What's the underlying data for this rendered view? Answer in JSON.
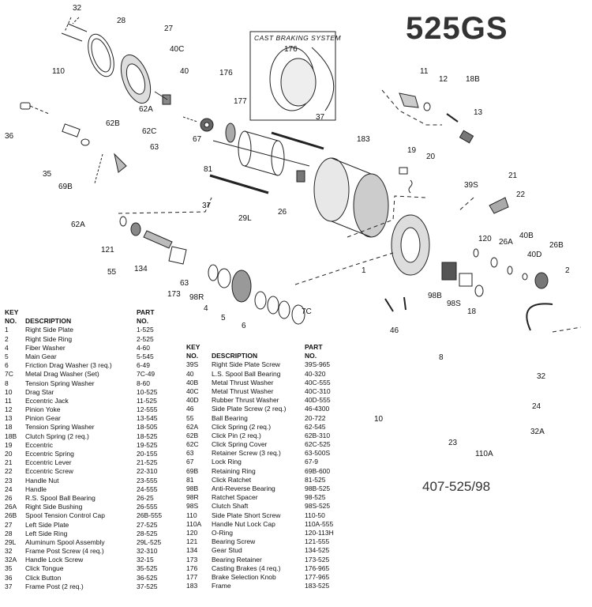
{
  "model": "525GS",
  "inset_title": "CAST BRAKING SYSTEM",
  "drawing_number": "407-525/98",
  "callouts": [
    {
      "id": "c32a",
      "text": "32"
    },
    {
      "id": "c28",
      "text": "28"
    },
    {
      "id": "c27",
      "text": "27"
    },
    {
      "id": "c40c",
      "text": "40C"
    },
    {
      "id": "c110",
      "text": "110"
    },
    {
      "id": "c40",
      "text": "40"
    },
    {
      "id": "c176",
      "text": "176"
    },
    {
      "id": "c176b",
      "text": "176"
    },
    {
      "id": "c177",
      "text": "177"
    },
    {
      "id": "c62a",
      "text": "62A"
    },
    {
      "id": "c62b",
      "text": "62B"
    },
    {
      "id": "c62c",
      "text": "62C"
    },
    {
      "id": "c36",
      "text": "36"
    },
    {
      "id": "c63",
      "text": "63"
    },
    {
      "id": "c67",
      "text": "67"
    },
    {
      "id": "c81",
      "text": "81"
    },
    {
      "id": "c35",
      "text": "35"
    },
    {
      "id": "c69b",
      "text": "69B"
    },
    {
      "id": "c37",
      "text": "37"
    },
    {
      "id": "c183",
      "text": "183"
    },
    {
      "id": "c37b",
      "text": "37"
    },
    {
      "id": "c29l",
      "text": "29L"
    },
    {
      "id": "c26",
      "text": "26"
    },
    {
      "id": "c62a2",
      "text": "62A"
    },
    {
      "id": "c121",
      "text": "121"
    },
    {
      "id": "c55",
      "text": "55"
    },
    {
      "id": "c134",
      "text": "134"
    },
    {
      "id": "c63b",
      "text": "63"
    },
    {
      "id": "c173",
      "text": "173"
    },
    {
      "id": "c98r",
      "text": "98R"
    },
    {
      "id": "c4",
      "text": "4"
    },
    {
      "id": "c5",
      "text": "5"
    },
    {
      "id": "c6",
      "text": "6"
    },
    {
      "id": "c7c",
      "text": "7C"
    },
    {
      "id": "c11",
      "text": "11"
    },
    {
      "id": "c12",
      "text": "12"
    },
    {
      "id": "c18b",
      "text": "18B"
    },
    {
      "id": "c13",
      "text": "13"
    },
    {
      "id": "c19",
      "text": "19"
    },
    {
      "id": "c20",
      "text": "20"
    },
    {
      "id": "c21",
      "text": "21"
    },
    {
      "id": "c39s",
      "text": "39S"
    },
    {
      "id": "c22",
      "text": "22"
    },
    {
      "id": "c120",
      "text": "120"
    },
    {
      "id": "c26a",
      "text": "26A"
    },
    {
      "id": "c40b",
      "text": "40B"
    },
    {
      "id": "c40d",
      "text": "40D"
    },
    {
      "id": "c26b",
      "text": "26B"
    },
    {
      "id": "c1",
      "text": "1"
    },
    {
      "id": "c2",
      "text": "2"
    },
    {
      "id": "c98b",
      "text": "98B"
    },
    {
      "id": "c98s",
      "text": "98S"
    },
    {
      "id": "c18",
      "text": "18"
    },
    {
      "id": "c46",
      "text": "46"
    },
    {
      "id": "c32b",
      "text": "32"
    },
    {
      "id": "c8",
      "text": "8"
    },
    {
      "id": "c10",
      "text": "10"
    },
    {
      "id": "c24",
      "text": "24"
    },
    {
      "id": "c23",
      "text": "23"
    },
    {
      "id": "c32aa",
      "text": "32A"
    },
    {
      "id": "c110a",
      "text": "110A"
    }
  ],
  "table_headers": {
    "key1": "KEY",
    "key2": "NO.",
    "desc": "DESCRIPTION",
    "part1": "PART",
    "part2": "NO."
  },
  "parts_left": [
    [
      "1",
      "Right Side Plate",
      "1-525"
    ],
    [
      "2",
      "Right Side Ring",
      "2-525"
    ],
    [
      "4",
      "Fiber Washer",
      "4-60"
    ],
    [
      "5",
      "Main Gear",
      "5-545"
    ],
    [
      "6",
      "Friction Drag Washer (3 req.)",
      "6-49"
    ],
    [
      "7C",
      "Metal Drag Washer (Set)",
      "7C-49"
    ],
    [
      "8",
      "Tension Spring Washer",
      "8-60"
    ],
    [
      "10",
      "Drag Star",
      "10-525"
    ],
    [
      "11",
      "Eccentric Jack",
      "11-525"
    ],
    [
      "12",
      "Pinion Yoke",
      "12-555"
    ],
    [
      "13",
      "Pinion Gear",
      "13-545"
    ],
    [
      "18",
      "Tension Spring Washer",
      "18-505"
    ],
    [
      "18B",
      "Clutch Spring (2 req.)",
      "18-525"
    ],
    [
      "19",
      "Eccentric",
      "19-525"
    ],
    [
      "20",
      "Eccentric Spring",
      "20-155"
    ],
    [
      "21",
      "Eccentric Lever",
      "21-525"
    ],
    [
      "22",
      "Eccentric Screw",
      "22-310"
    ],
    [
      "23",
      "Handle Nut",
      "23-555"
    ],
    [
      "24",
      "Handle",
      "24-555"
    ],
    [
      "26",
      "R.S. Spool Ball Bearing",
      "26-25"
    ],
    [
      "26A",
      "Right Side Bushing",
      "26-555"
    ],
    [
      "26B",
      "Spool Tension Control Cap",
      "26B-555"
    ],
    [
      "27",
      "Left Side Plate",
      "27-525"
    ],
    [
      "28",
      "Left Side Ring",
      "28-525"
    ],
    [
      "29L",
      "Aluminum Spool Assembly",
      "29L-525"
    ],
    [
      "32",
      "Frame Post Screw (4 req.)",
      "32-310"
    ],
    [
      "32A",
      "Handle Lock Screw",
      "32-15"
    ],
    [
      "35",
      "Click Tongue",
      "35-525"
    ],
    [
      "36",
      "Click Button",
      "36-525"
    ],
    [
      "37",
      "Frame Post (2 req.)",
      "37-525"
    ]
  ],
  "parts_right": [
    [
      "39S",
      "Right Side Plate Screw",
      "39S-965"
    ],
    [
      "40",
      "L.S. Spool Ball Bearing",
      "40-320"
    ],
    [
      "40B",
      "Metal Thrust Washer",
      "40C-555"
    ],
    [
      "40C",
      "Metal Thrust Washer",
      "40C-310"
    ],
    [
      "40D",
      "Rubber Thrust Washer",
      "40D-555"
    ],
    [
      "46",
      "Side Plate Screw (2 req.)",
      "46-4300"
    ],
    [
      "55",
      "Ball Bearing",
      "20-722"
    ],
    [
      "62A",
      "Click Spring (2 req.)",
      "62-545"
    ],
    [
      "62B",
      "Click Pin (2 req.)",
      "62B-310"
    ],
    [
      "62C",
      "Click Spring Cover",
      "62C-525"
    ],
    [
      "63",
      "Retainer Screw (3 req.)",
      "63-500S"
    ],
    [
      "67",
      "Lock Ring",
      "67-9"
    ],
    [
      "69B",
      "Retaining Ring",
      "69B-600"
    ],
    [
      "81",
      "Click Ratchet",
      "81-525"
    ],
    [
      "98B",
      "Anti-Reverse Bearing",
      "98B-525"
    ],
    [
      "98R",
      "Ratchet Spacer",
      "98-525"
    ],
    [
      "98S",
      "Clutch Shaft",
      "98S-525"
    ],
    [
      "110",
      "Side Plate Short Screw",
      "110-50"
    ],
    [
      "110A",
      "Handle Nut Lock Cap",
      "110A-555"
    ],
    [
      "120",
      "O-Ring",
      "120-113H"
    ],
    [
      "121",
      "Bearing Screw",
      "121-555"
    ],
    [
      "134",
      "Gear Stud",
      "134-525"
    ],
    [
      "173",
      "Bearing Retainer",
      "173-525"
    ],
    [
      "176",
      "Casting Brakes (4 req.)",
      "176-965"
    ],
    [
      "177",
      "Brake Selection Knob",
      "177-965"
    ],
    [
      "183",
      "Frame",
      "183-525"
    ]
  ]
}
